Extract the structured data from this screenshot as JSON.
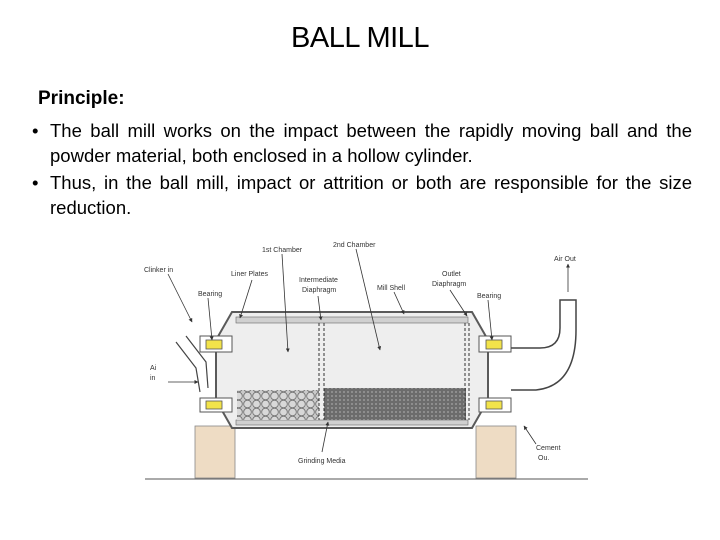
{
  "slide": {
    "title": "BALL MILL",
    "principle_heading": "Principle:",
    "bullets": [
      "The ball mill works on the impact between the rapidly moving ball and the powder material, both enclosed in a hollow cylinder.",
      "Thus, in the ball mill, impact or attrition or both are responsible for the size reduction."
    ]
  },
  "diagram": {
    "labels": {
      "first_chamber": "1st Chamber",
      "second_chamber": "2nd Chamber",
      "air_out": "Air Out",
      "clinker_in": "Clinker in",
      "liner_plates": "Liner Plates",
      "intermediate": "Intermediate",
      "diaphragm": "Diaphragm",
      "mill_shell": "Mill Shell",
      "outlet": "Outlet",
      "outlet_diaphragm": "Diaphragm",
      "bearing_left": "Bearing",
      "bearing_right": "Bearing",
      "air_in_1": "Ai",
      "air_in_2": "in",
      "cement_1": "Cement",
      "cement_2": "Ou.",
      "grinding_media": "Grinding Media"
    },
    "colors": {
      "shell": "#5a5a5a",
      "shell_fill": "#e8e8e8",
      "bearing": "#f2e34a",
      "foundation": "#eedcc4",
      "media": "#8a8a8a"
    }
  }
}
